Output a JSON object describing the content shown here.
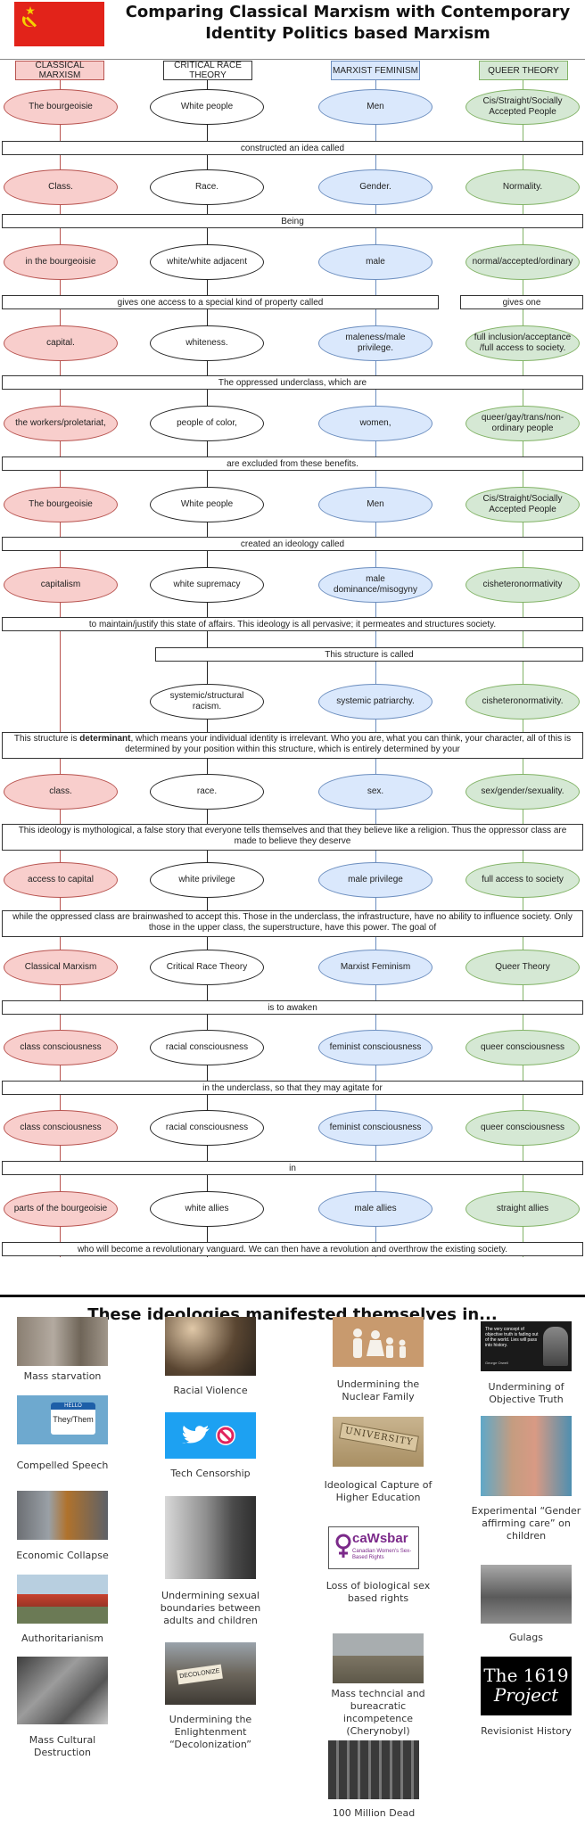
{
  "title": "Comparing Classical Marxism with Contemporary Identity Politics based Marxism",
  "flag_icon": "hammer-sickle-flag-icon",
  "colors": {
    "red": "#f8cecc",
    "blue": "#dae8fc",
    "green": "#d5e8d4",
    "flag": "#e2231a"
  },
  "columns": [
    "CLASSICAL MARXISM",
    "CRITICAL RACE THEORY",
    "MARXIST FEMINISM",
    "QUEER THEORY"
  ],
  "rows": [
    [
      "The bourgeoisie",
      "White people",
      "Men",
      "Cis/Straight/Socially Accepted People"
    ],
    [
      "Class.",
      "Race.",
      "Gender.",
      "Normality."
    ],
    [
      "in the bourgeoisie",
      "white/white adjacent",
      "male",
      "normal/accepted/ordinary"
    ],
    [
      "capital.",
      "whiteness.",
      "maleness/male privilege.",
      "full inclusion/acceptance /full access to society."
    ],
    [
      "the workers/proletariat,",
      "people of color,",
      "women,",
      "queer/gay/trans/non-ordinary people"
    ],
    [
      "The bourgeoisie",
      "White people",
      "Men",
      "Cis/Straight/Socially Accepted People"
    ],
    [
      "capitalism",
      "white supremacy",
      "male dominance/misogyny",
      "cisheteronormativity"
    ],
    [
      "",
      "systemic/structural racism.",
      "systemic patriarchy.",
      "cisheteronormativity."
    ],
    [
      "class.",
      "race.",
      "sex.",
      "sex/gender/sexuality."
    ],
    [
      "access to capital",
      "white privilege",
      "male privilege",
      "full access to society"
    ],
    [
      "Classical Marxism",
      "Critical Race Theory",
      "Marxist Feminism",
      "Queer Theory"
    ],
    [
      "class consciousness",
      "racial consciousness",
      "feminist consciousness",
      "queer consciousness"
    ],
    [
      "class consciousness",
      "racial consciousness",
      "feminist consciousness",
      "queer consciousness"
    ],
    [
      "parts of the bourgeoisie",
      "white allies",
      "male allies",
      "straight allies"
    ]
  ],
  "connectors": {
    "c1": "constructed an idea called",
    "c2": "Being",
    "c3a": "gives one access to a special kind of property called",
    "c3b": "gives one",
    "c4": "The oppressed underclass, which are",
    "c5": "are excluded from these benefits.",
    "c6": "created an ideology called",
    "c7": "to maintain/justify this state of affairs. This ideology is all pervasive; it permeates and structures society.",
    "c8": "This structure is called",
    "c9_pre": "This structure is ",
    "c9_bold": "determinant",
    "c9_post": ", which means your individual identity is irrelevant. Who you are, what you can think, your character, all of this is determined by your position within this structure, which is entirely determined by your",
    "c10": "This ideology is mythological, a false story that everyone tells themselves and that they believe like a religion. Thus the oppressor class are made to believe they deserve",
    "c11": "while the oppressed class are brainwashed to accept this. Those in the underclass, the infrastructure, have no ability to influence society. Only those in the upper class, the superstructure, have this power. The goal of",
    "c12": "is to awaken",
    "c13": "in the underclass, so that they may agitate for",
    "c14": "in",
    "c15": "who will become a revolutionary vanguard. We can then have a revolution and overthrow the existing society."
  },
  "manifest_title": "These ideologies manifested themselves in...",
  "manifest": [
    {
      "label": "Mass starvation",
      "icon": "famine-photo"
    },
    {
      "label": "Compelled Speech",
      "icon": "they-them-name-tag-photo",
      "tag_hello": "HELLO",
      "tag_name": "They/Them"
    },
    {
      "label": "Economic Collapse",
      "icon": "empty-street-photo"
    },
    {
      "label": "Authoritarianism",
      "icon": "military-parade-photo"
    },
    {
      "label": "Mass Cultural Destruction",
      "icon": "destruction-photo"
    },
    {
      "label": "Racial Violence",
      "icon": "riot-photo"
    },
    {
      "label": "Tech Censorship",
      "icon": "twitter-banned-icon"
    },
    {
      "label": "Undermining sexual boundaries between adults and children",
      "icon": "child-photo"
    },
    {
      "label": "Undermining the Enlightenment “Decolonization”",
      "icon": "protest-photo",
      "sign_text": "DECOLONIZE"
    },
    {
      "label": "Undermining the Nuclear Family",
      "icon": "paper-family-photo"
    },
    {
      "label": "Ideological Capture of Higher Education",
      "icon": "university-photo",
      "sign_text": "UNIVERSITY"
    },
    {
      "label": "Loss of biological sex based rights",
      "icon": "cawsbar-logo",
      "logo_name": "caWsbar",
      "logo_sub": "Canadian Women's Sex-Based Rights"
    },
    {
      "label": "Mass techncial and bureacratic incompetence (Cherynobyl)",
      "icon": "chernobyl-photo"
    },
    {
      "label": "100 Million Dead",
      "icon": "portraits-grid-photo"
    },
    {
      "label": "Undermining of Objective Truth",
      "icon": "orwell-quote-photo",
      "quote": "The very concept of objective truth is fading out of the world. Lies will pass into history.",
      "quote_author": "George Orwell"
    },
    {
      "label": "Experimental “Gender affirming care” on children",
      "icon": "children-photo"
    },
    {
      "label": "Gulags",
      "icon": "prisoners-photo"
    },
    {
      "label": "Revisionist History",
      "icon": "1619-project-logo",
      "logo_line1": "The 1619",
      "logo_line2": "Project"
    }
  ]
}
